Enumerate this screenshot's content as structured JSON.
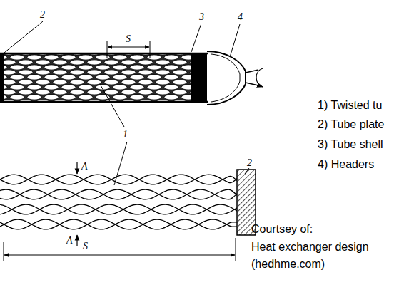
{
  "diagram": {
    "labels": [
      "2",
      "3",
      "4",
      "S",
      "1",
      "A",
      "2",
      "A",
      "S",
      "1) Twisted tu",
      "2) Tube plate",
      "3) Tube shell",
      "4) Headers",
      "Courtsey of:",
      "Heat exchanger design",
      "(hedhme.com)"
    ]
  }
}
